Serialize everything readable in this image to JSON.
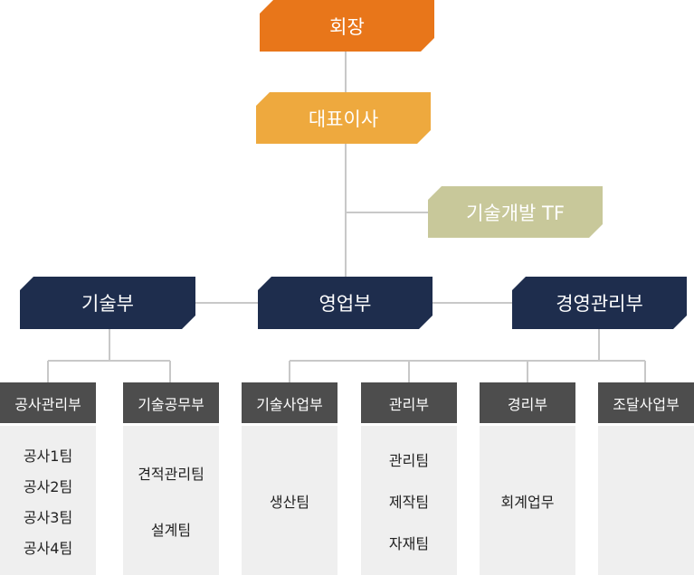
{
  "chairman": "회장",
  "ceo": "대표이사",
  "tf": "기술개발 TF",
  "divisions": {
    "tech": "기술부",
    "sales": "영업부",
    "mgmt": "경영관리부"
  },
  "departments": [
    {
      "title": "공사관리부",
      "teams": [
        "공사1팀",
        "공사2팀",
        "공사3팀",
        "공사4팀"
      ]
    },
    {
      "title": "기술공무부",
      "teams": [
        "견적관리팀",
        "설계팀"
      ]
    },
    {
      "title": "기술사업부",
      "teams": [
        "생산팀"
      ]
    },
    {
      "title": "관리부",
      "teams": [
        "관리팀",
        "제작팀",
        "자재팀"
      ]
    },
    {
      "title": "경리부",
      "teams": [
        "회계업무"
      ]
    },
    {
      "title": "조달사업부",
      "teams": []
    }
  ],
  "colors": {
    "chairman": "#E8761A",
    "ceo": "#EEA93E",
    "tf": "#C8C89A",
    "division": "#1E2D4D",
    "department_header": "#4D4D4D",
    "department_body": "#EFEFEF",
    "connector": "#C8C8C8"
  }
}
